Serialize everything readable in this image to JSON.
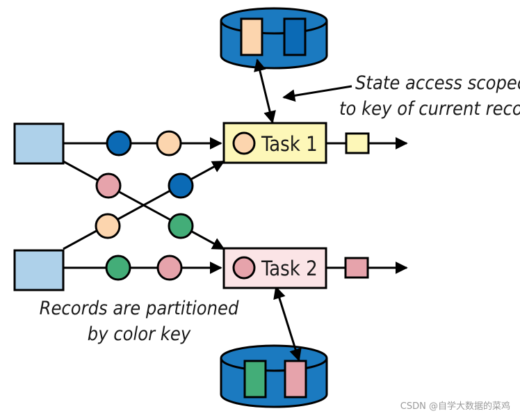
{
  "tasks": {
    "task1": "Task 1",
    "task2": "Task 2"
  },
  "annotations": {
    "state_access_line1": "State access scoped",
    "state_access_line2": "to key of current record",
    "partition_line1": "Records are partitioned",
    "partition_line2": "by color key"
  },
  "watermark": "CSDN @自学大数据的菜鸡",
  "colors": {
    "source": "#aed1ea",
    "task1_fill": "#fdf7b8",
    "task2_fill": "#fbe4e6",
    "record_blue": "#0b6ab5",
    "record_peach": "#fcd5ae",
    "record_pink": "#e6a3ab",
    "record_green": "#43ad78",
    "db_fill": "#1b7ac0",
    "stroke": "#000000"
  }
}
